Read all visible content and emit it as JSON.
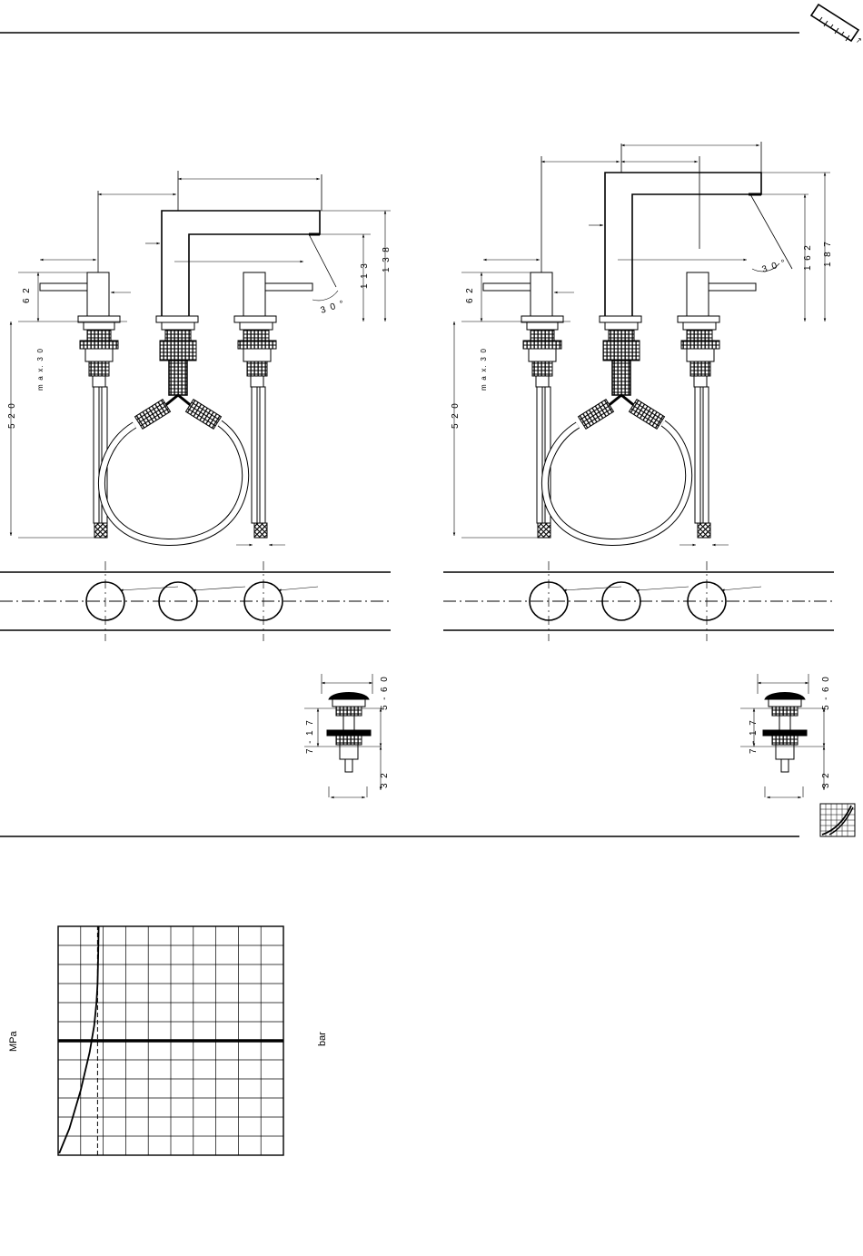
{
  "colors": {
    "ink": "#000000",
    "background": "#ffffff"
  },
  "icons": {
    "corner": "ruler-icon",
    "flow": "flow-chart-icon"
  },
  "left_drawing": {
    "dims": {
      "lever_height": "6 2",
      "max_thickness": "m a x. 3 0",
      "hose_length": "5 2 0",
      "spout_outlet": "1 1 3",
      "spout_height": "1 3 8",
      "spout_angle": "3 0 °"
    },
    "waste": {
      "top": "5 - 6 0",
      "mid": "7 - 1 7",
      "bottom": "3 2"
    }
  },
  "right_drawing": {
    "dims": {
      "lever_height": "6 2",
      "max_thickness": "m a x. 3 0",
      "hose_length": "5 2 0",
      "spout_outlet": "1 6 2",
      "spout_height": "1 8 7",
      "spout_angle": "3 0 °"
    },
    "waste": {
      "top": "5 - 6 0",
      "mid": "7 - 1 7",
      "bottom": "3 2"
    }
  },
  "chart": {
    "ylabel_left": "MPa",
    "ylabel_right": "bar"
  },
  "chart_data": {
    "type": "line",
    "title": "",
    "xlabel": "",
    "ylabel": "MPa",
    "y2label": "bar",
    "grid": true,
    "grid_cols": 10,
    "grid_rows": 12,
    "xlim": [
      0,
      10
    ],
    "ylim": [
      0,
      12
    ],
    "reference_lines": [
      {
        "orientation": "horizontal",
        "y": 6,
        "style": "thick"
      },
      {
        "orientation": "vertical",
        "x": 1.75,
        "style": "dashed"
      }
    ],
    "series": [
      {
        "x": [
          0.05,
          0.5,
          1.0,
          1.4,
          1.6,
          1.7,
          1.75,
          1.78,
          1.8
        ],
        "y": [
          0.1,
          1.4,
          3.4,
          5.4,
          6.8,
          8.0,
          9.0,
          10.5,
          12
        ]
      }
    ]
  }
}
